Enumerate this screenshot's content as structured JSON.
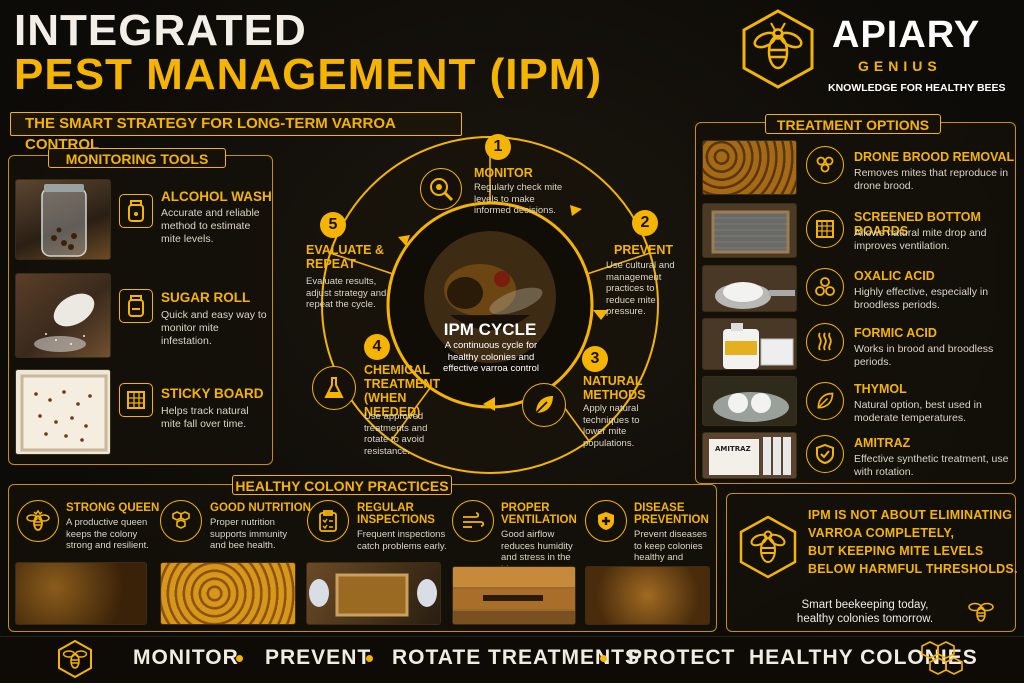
{
  "header": {
    "title_line1": "INTEGRATED",
    "title_line2": "PEST MANAGEMENT (IPM)",
    "subtitle": "THE SMART STRATEGY FOR LONG-TERM VARROA CONTROL"
  },
  "brand": {
    "name": "APIARY",
    "sub": "GENIUS",
    "tagline": "KNOWLEDGE FOR HEALTHY BEES",
    "logo_icon": "bee-icon"
  },
  "monitoring": {
    "title": "MONITORING TOOLS",
    "items": [
      {
        "title": "ALCOHOL WASH",
        "text": "Accurate and reliable method to estimate mite levels.",
        "icon": "jar-icon"
      },
      {
        "title": "SUGAR ROLL",
        "text": "Quick and easy way to monitor mite infestation.",
        "icon": "jar-icon"
      },
      {
        "title": "STICKY BOARD",
        "text": "Helps track natural mite fall over time.",
        "icon": "grid-icon"
      }
    ]
  },
  "cycle": {
    "center_title": "IPM CYCLE",
    "center_text": "A continuous cycle for healthy colonies and effective varroa control",
    "steps": [
      {
        "num": "1",
        "title": "MONITOR",
        "text": "Regularly check mite levels to make informed decisions.",
        "icon": "magnifier-mite-icon"
      },
      {
        "num": "2",
        "title": "PREVENT",
        "text": "Use cultural and management practices to reduce mite pressure."
      },
      {
        "num": "3",
        "title": "NATURAL METHODS",
        "text": "Apply natural techniques to lower mite populations.",
        "icon": "leaf-icon"
      },
      {
        "num": "4",
        "title": "CHEMICAL TREATMENT (WHEN NEEDED)",
        "text": "Use approved treatments and rotate to avoid resistance.",
        "icon": "flask-icon"
      },
      {
        "num": "5",
        "title": "EVALUATE & REPEAT",
        "text": "Evaluate results, adjust strategy and repeat the cycle."
      }
    ]
  },
  "treatment": {
    "title": "TREATMENT OPTIONS",
    "items": [
      {
        "title": "DRONE BROOD REMOVAL",
        "text": "Removes mites that reproduce in drone brood.",
        "icon": "comb-icon"
      },
      {
        "title": "SCREENED BOTTOM BOARDS",
        "text": "Allows natural mite drop and improves ventilation.",
        "icon": "screen-icon"
      },
      {
        "title": "OXALIC ACID",
        "text": "Highly effective, especially in broodless periods.",
        "icon": "crystals-icon"
      },
      {
        "title": "FORMIC ACID",
        "text": "Works in brood and broodless periods.",
        "icon": "vapor-icon"
      },
      {
        "title": "THYMOL",
        "text": "Natural option, best used in moderate temperatures.",
        "icon": "leaf-icon"
      },
      {
        "title": "AMITRAZ",
        "text": "Effective synthetic treatment, use with rotation.",
        "icon": "shield-check-icon"
      }
    ]
  },
  "practices": {
    "title": "HEALTHY COLONY PRACTICES",
    "items": [
      {
        "title": "STRONG QUEEN",
        "text": "A productive queen keeps the colony strong and resilient.",
        "icon": "queen-bee-icon"
      },
      {
        "title": "GOOD NUTRITION",
        "text": "Proper nutrition supports immunity and bee health.",
        "icon": "honeycomb-drop-icon"
      },
      {
        "title": "REGULAR INSPECTIONS",
        "text": "Frequent inspections catch problems early.",
        "icon": "clipboard-icon"
      },
      {
        "title": "PROPER VENTILATION",
        "text": "Good airflow reduces humidity and stress in the hive.",
        "icon": "wind-icon"
      },
      {
        "title": "DISEASE PREVENTION",
        "text": "Prevent diseases to keep colonies healthy and strong.",
        "icon": "shield-plus-icon"
      }
    ]
  },
  "callout": {
    "line1": "IPM IS NOT ABOUT ELIMINATING",
    "line2": "VARROA COMPLETELY,",
    "line3": "BUT KEEPING MITE LEVELS",
    "line4": "BELOW HARMFUL THRESHOLDS.",
    "footer1": "Smart beekeeping today,",
    "footer2": "healthy colonies tomorrow."
  },
  "footer": {
    "items": [
      "MONITOR",
      "PREVENT",
      "ROTATE TREATMENTS",
      "PROTECT  HEALTHY COLONIES"
    ]
  },
  "colors": {
    "accent": "#f5b400",
    "background": "#0d0b07"
  }
}
